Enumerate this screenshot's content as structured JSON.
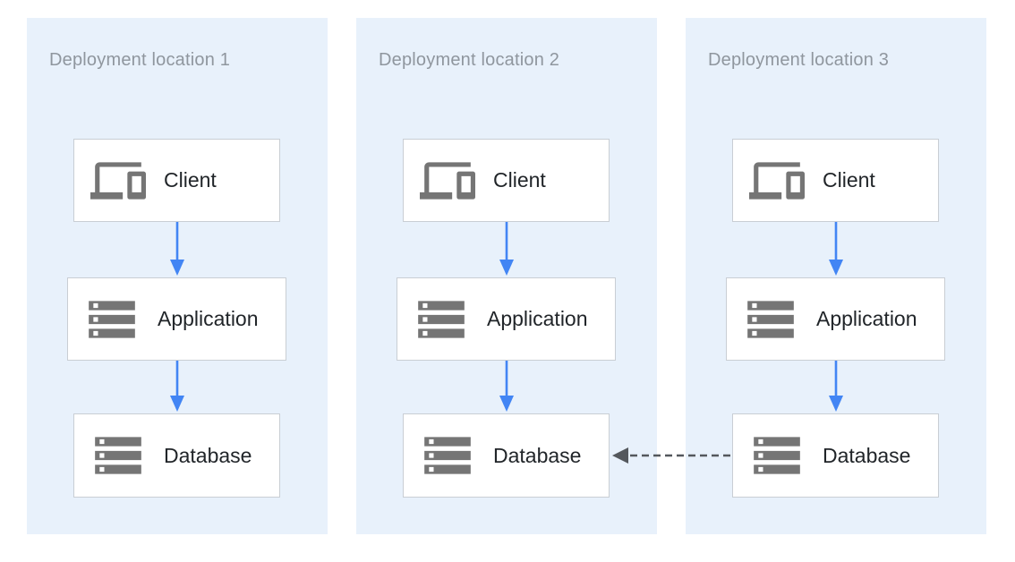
{
  "diagram": {
    "panels": [
      {
        "title": "Deployment location 1",
        "nodes": [
          {
            "label": "Client",
            "icon": "devices-icon"
          },
          {
            "label": "Application",
            "icon": "servers-icon"
          },
          {
            "label": "Database",
            "icon": "servers-icon"
          }
        ]
      },
      {
        "title": "Deployment location 2",
        "nodes": [
          {
            "label": "Client",
            "icon": "devices-icon"
          },
          {
            "label": "Application",
            "icon": "servers-icon"
          },
          {
            "label": "Database",
            "icon": "servers-icon"
          }
        ]
      },
      {
        "title": "Deployment location 3",
        "nodes": [
          {
            "label": "Client",
            "icon": "devices-icon"
          },
          {
            "label": "Application",
            "icon": "servers-icon"
          },
          {
            "label": "Database",
            "icon": "servers-icon"
          }
        ]
      }
    ],
    "edges": [
      {
        "panel": "Deployment location 1",
        "from": "Client",
        "to": "Application",
        "style": "solid-blue-arrow"
      },
      {
        "panel": "Deployment location 1",
        "from": "Application",
        "to": "Database",
        "style": "solid-blue-arrow"
      },
      {
        "panel": "Deployment location 2",
        "from": "Client",
        "to": "Application",
        "style": "solid-blue-arrow"
      },
      {
        "panel": "Deployment location 2",
        "from": "Application",
        "to": "Database",
        "style": "solid-blue-arrow"
      },
      {
        "panel": "Deployment location 3",
        "from": "Client",
        "to": "Application",
        "style": "solid-blue-arrow"
      },
      {
        "panel": "Deployment location 3",
        "from": "Application",
        "to": "Database",
        "style": "solid-blue-arrow"
      },
      {
        "from": "Database (Deployment location 3)",
        "to": "Database (Deployment location 2)",
        "style": "dashed-gray-arrow"
      }
    ],
    "colors": {
      "zone_background": "#e8f1fb",
      "node_background": "#ffffff",
      "node_border": "#c9ced4",
      "zone_title_text": "#8f969e",
      "node_label_text": "#212529",
      "icon_gray": "#757575",
      "arrow_blue": "#4285f4",
      "arrow_dashed_gray": "#54585d"
    }
  }
}
